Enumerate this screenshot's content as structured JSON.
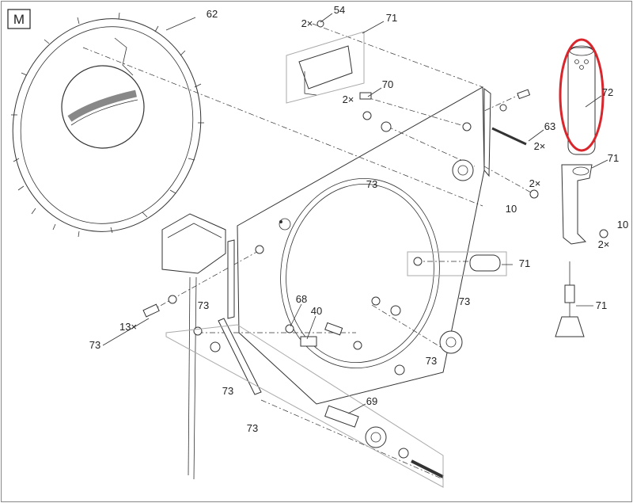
{
  "section_label": "M",
  "highlight_color": "#d9262c",
  "callouts": [
    "62",
    "54",
    "2×",
    "71",
    "70",
    "2×",
    "72",
    "63",
    "2×",
    "71",
    "2×",
    "10",
    "10",
    "2×",
    "73",
    "71",
    "71",
    "73",
    "68",
    "40",
    "73",
    "13×",
    "73",
    "73",
    "73",
    "69",
    "73"
  ]
}
